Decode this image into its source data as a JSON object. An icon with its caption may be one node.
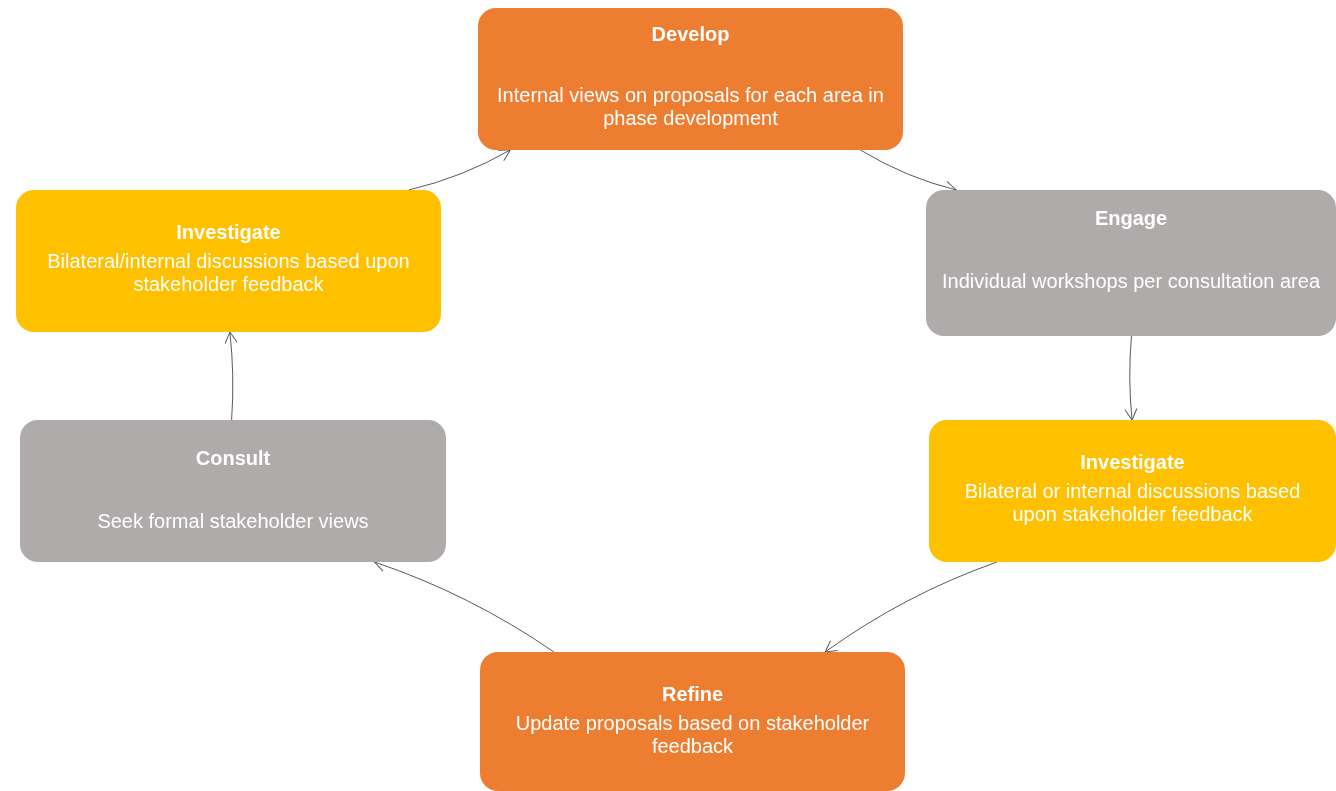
{
  "diagram": {
    "nodes": [
      {
        "text": [
          "Develop",
          "Internal views on proposals for each area in phase development"
        ]
      },
      {
        "text": [
          "Engage",
          "Individual workshops per consultation area"
        ]
      },
      {
        "text": [
          "Investigate",
          "Bilateral or internal discussions based upon stakeholder feedback"
        ]
      },
      {
        "text": [
          "Refine",
          "Update proposals based on stakeholder feedback"
        ]
      },
      {
        "text": [
          "Consult",
          "Seek formal stakeholder views"
        ]
      },
      {
        "text": [
          "Investigate",
          "Bilateral/internal discussions based upon stakeholder feedback"
        ]
      }
    ],
    "edges": [
      {
        "from": 0,
        "to": 1,
        "arrow": "to"
      },
      {
        "from": 1,
        "to": 2,
        "arrow": "to"
      },
      {
        "from": 2,
        "to": 3,
        "arrow": "to"
      },
      {
        "from": 3,
        "to": 4,
        "arrow": "to"
      },
      {
        "from": 4,
        "to": 5,
        "arrow": "to"
      },
      {
        "from": 5,
        "to": 0,
        "arrow": "to"
      }
    ]
  }
}
